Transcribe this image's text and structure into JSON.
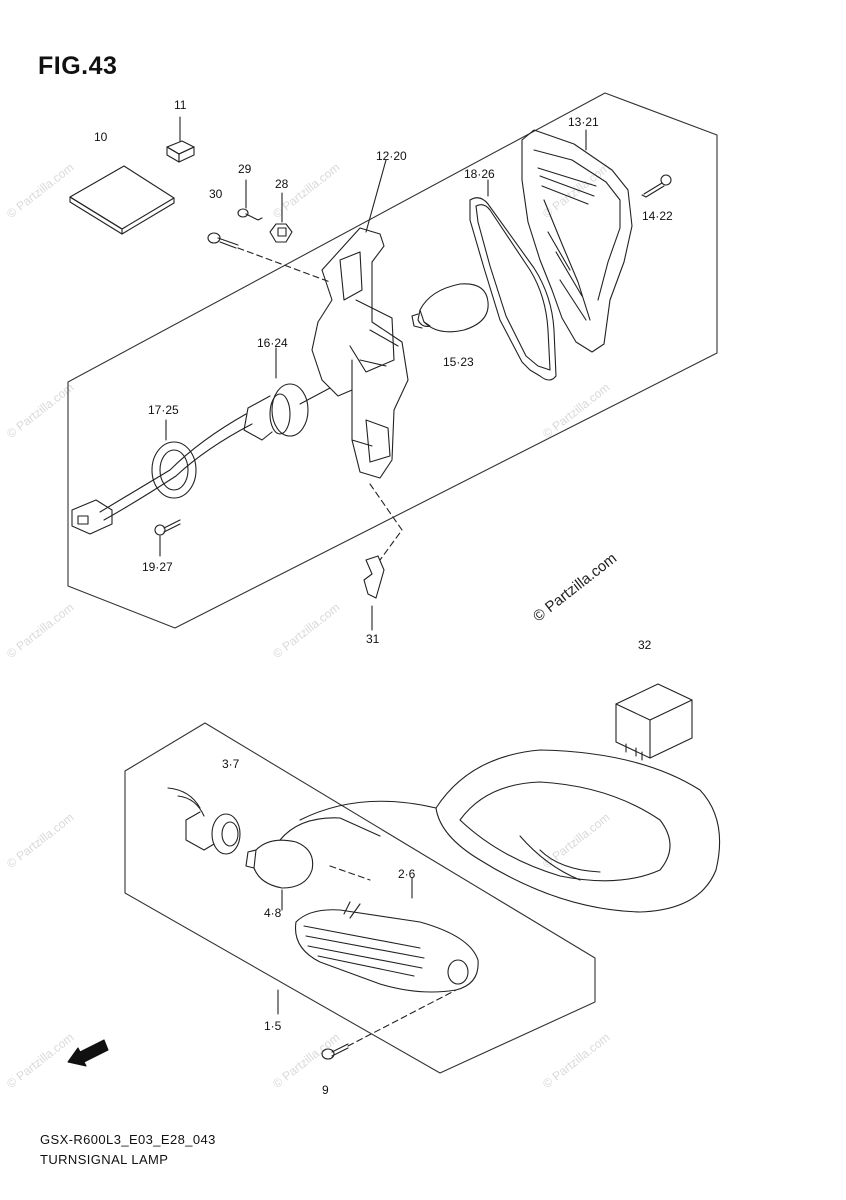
{
  "figure": {
    "title": "FIG.43",
    "diagram_code": "GSX-R600L3_E03_E28_043",
    "diagram_name": "TURNSIGNAL LAMP",
    "watermark": "© Partzilla.com",
    "fwd_label": "FWD"
  },
  "callouts": {
    "c10": "10",
    "c11": "11",
    "c29": "29",
    "c30": "30",
    "c28": "28",
    "c12_20": "12·20",
    "c13_21": "13·21",
    "c18_26": "18·26",
    "c14_22": "14·22",
    "c15_23": "15·23",
    "c16_24": "16·24",
    "c17_25": "17·25",
    "c19_27": "19·27",
    "c31": "31",
    "c32": "32",
    "c3_7": "3·7",
    "c2_6": "2·6",
    "c4_8": "4·8",
    "c1_5": "1·5",
    "c9": "9"
  }
}
